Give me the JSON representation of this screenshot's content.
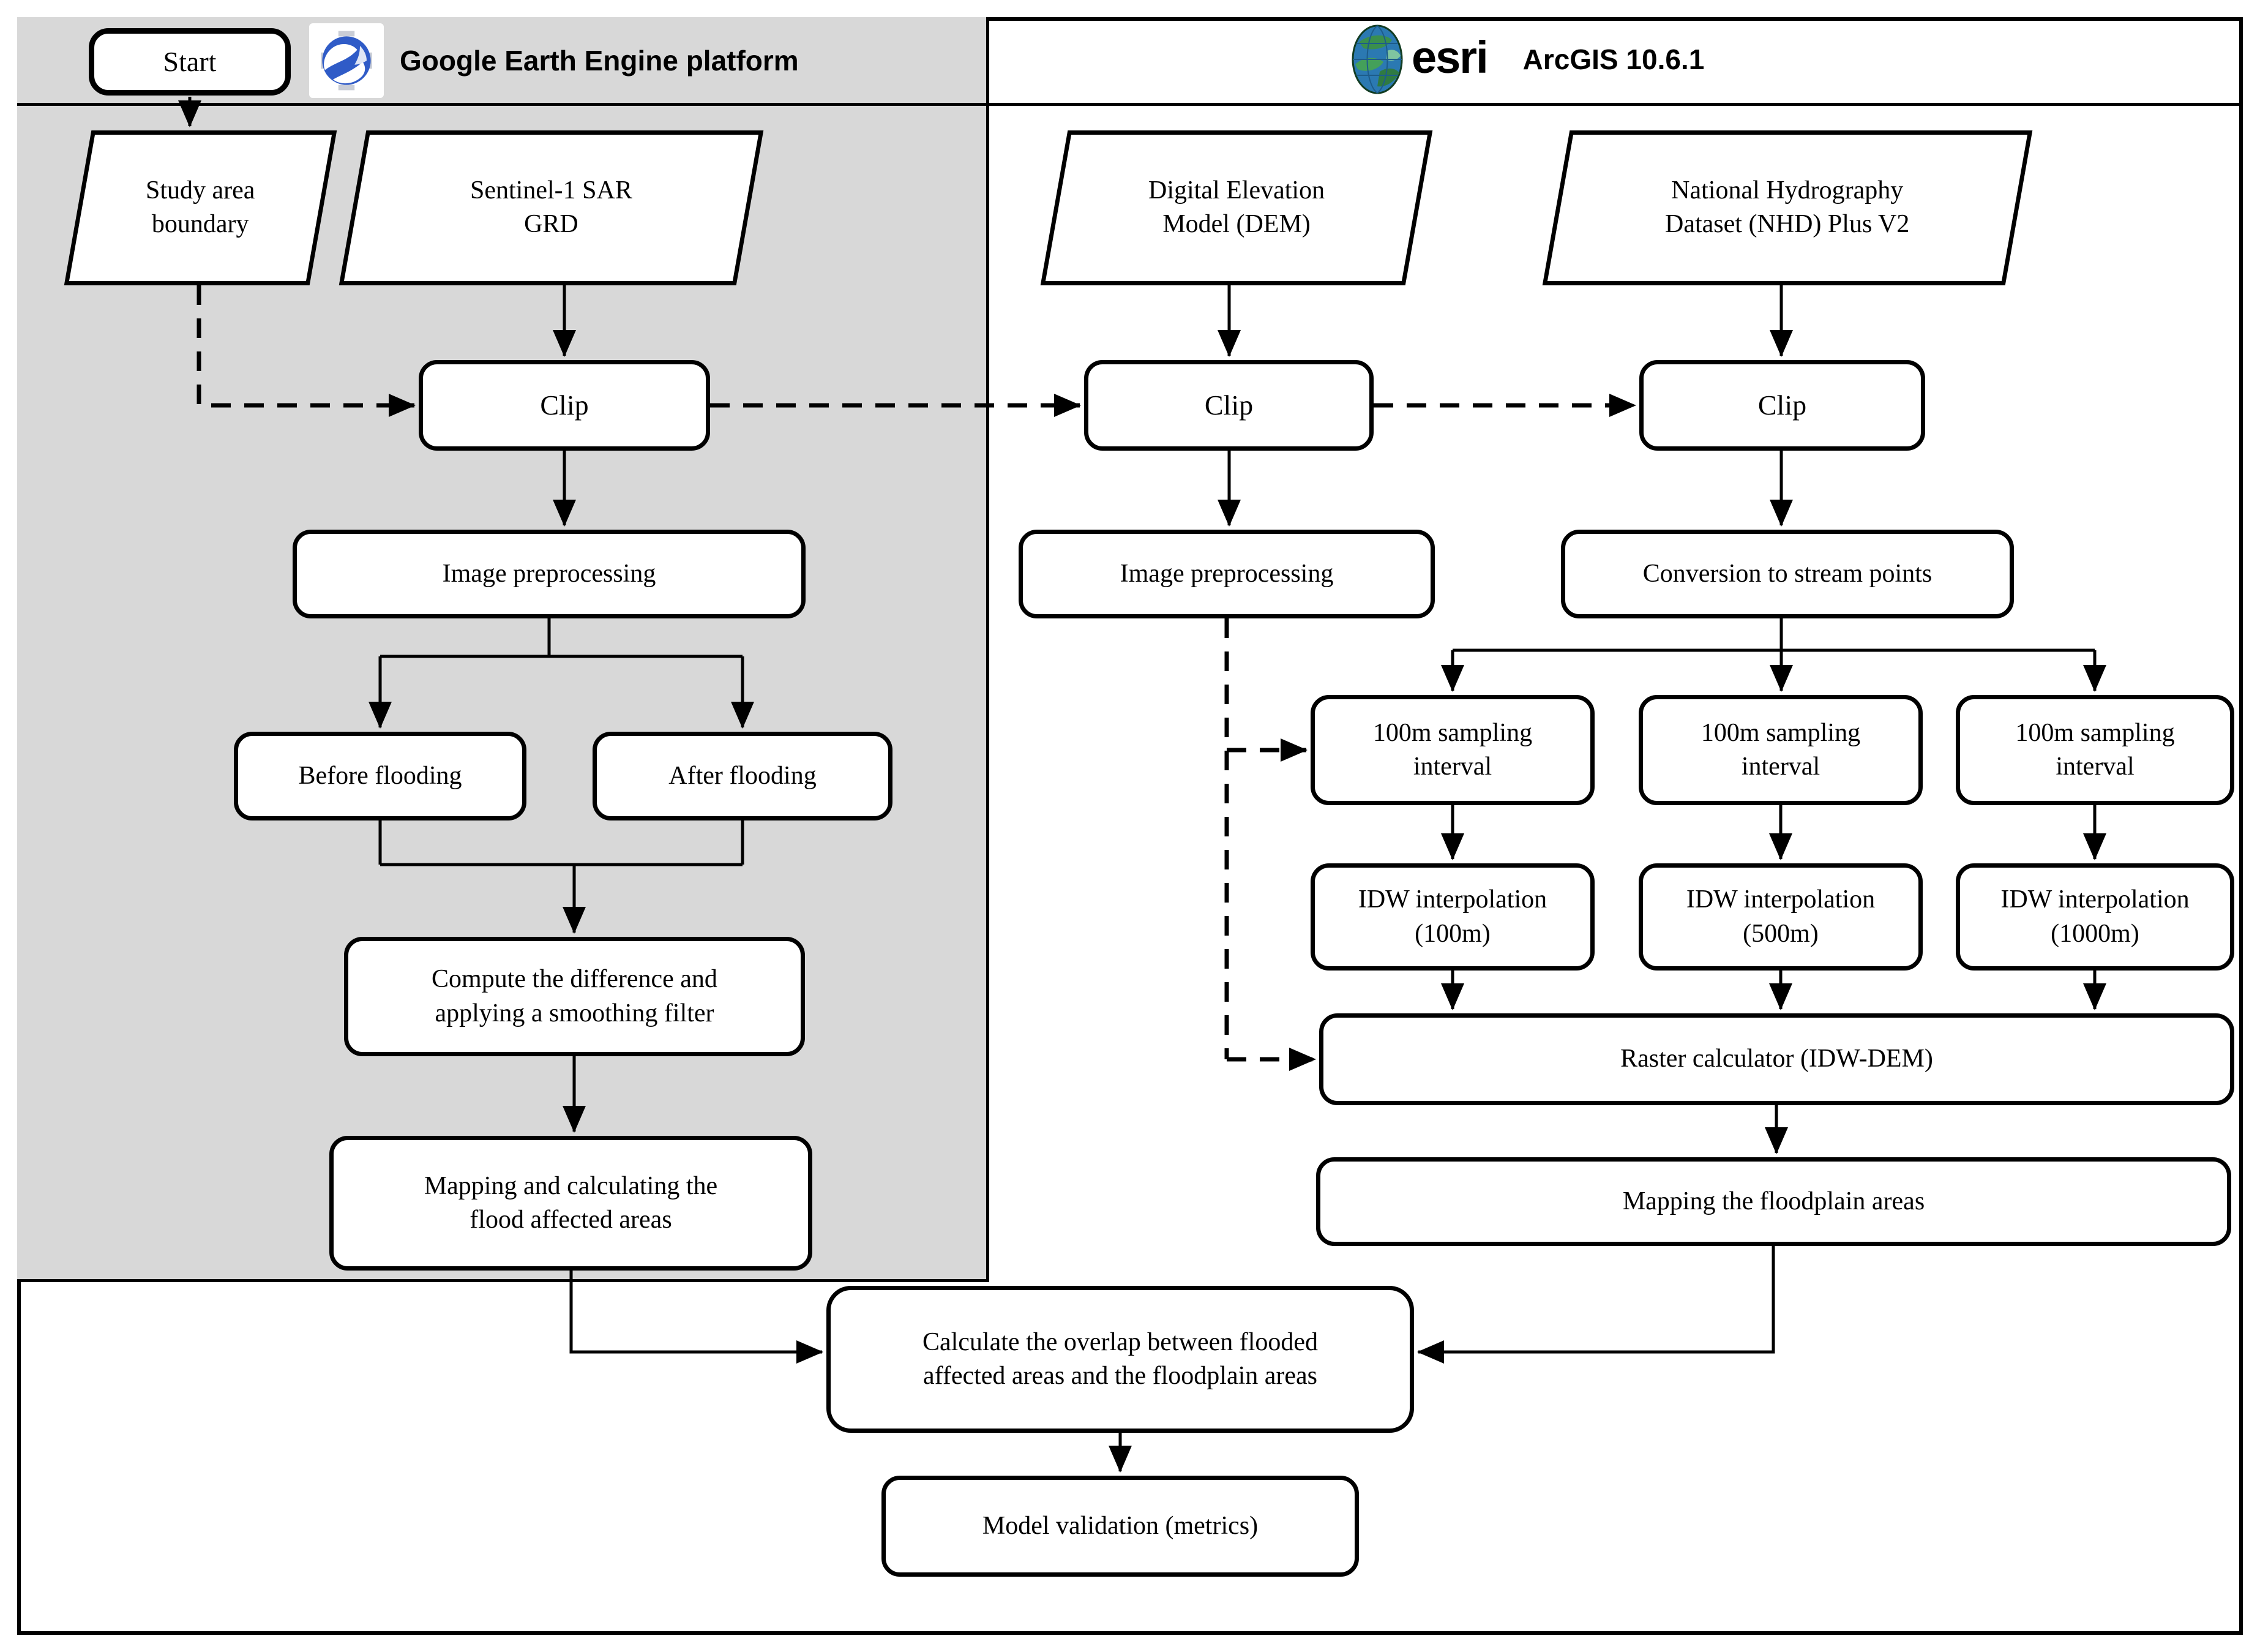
{
  "diagram": {
    "header": {
      "left_platform": "Google Earth Engine platform",
      "right_platform": "ArcGIS 10.6.1",
      "esri_wordmark": "esri"
    },
    "colors": {
      "panel_gray": "#d8d8d8",
      "line_black": "#000000",
      "node_white": "#ffffff",
      "google_earth_blue": "#2f5bc7",
      "esri_green": "#3a8f4d",
      "esri_blue": "#2b79b2"
    },
    "nodes": {
      "start": "Start",
      "study_area": "Study area\nboundary",
      "sentinel": "Sentinel-1 SAR\nGRD",
      "clip_sar": "Clip",
      "image_preprocessing_gee": "Image preprocessing",
      "before_flooding": "Before flooding",
      "after_flooding": "After flooding",
      "compute_difference": "Compute the difference and\napplying a smoothing filter",
      "mapping_flood_areas": "Mapping and calculating the\nflood affected areas",
      "dem": "Digital Elevation\nModel (DEM)",
      "nhd": "National Hydrography\nDataset (NHD) Plus V2",
      "clip_dem": "Clip",
      "clip_nhd": "Clip",
      "image_preprocessing_arcgis": "Image preprocessing",
      "conversion_stream_points": "Conversion to stream points",
      "sampling_1": "100m sampling\ninterval",
      "sampling_2": "100m sampling\ninterval",
      "sampling_3": "100m sampling\ninterval",
      "idw_100": "IDW interpolation\n(100m)",
      "idw_500": "IDW interpolation\n(500m)",
      "idw_1000": "IDW interpolation\n(1000m)",
      "raster_calculator": "Raster calculator (IDW-DEM)",
      "mapping_floodplain": "Mapping the floodplain areas",
      "calculate_overlap": "Calculate the overlap between flooded\naffected areas and the floodplain areas",
      "model_validation": "Model validation (metrics)"
    }
  }
}
